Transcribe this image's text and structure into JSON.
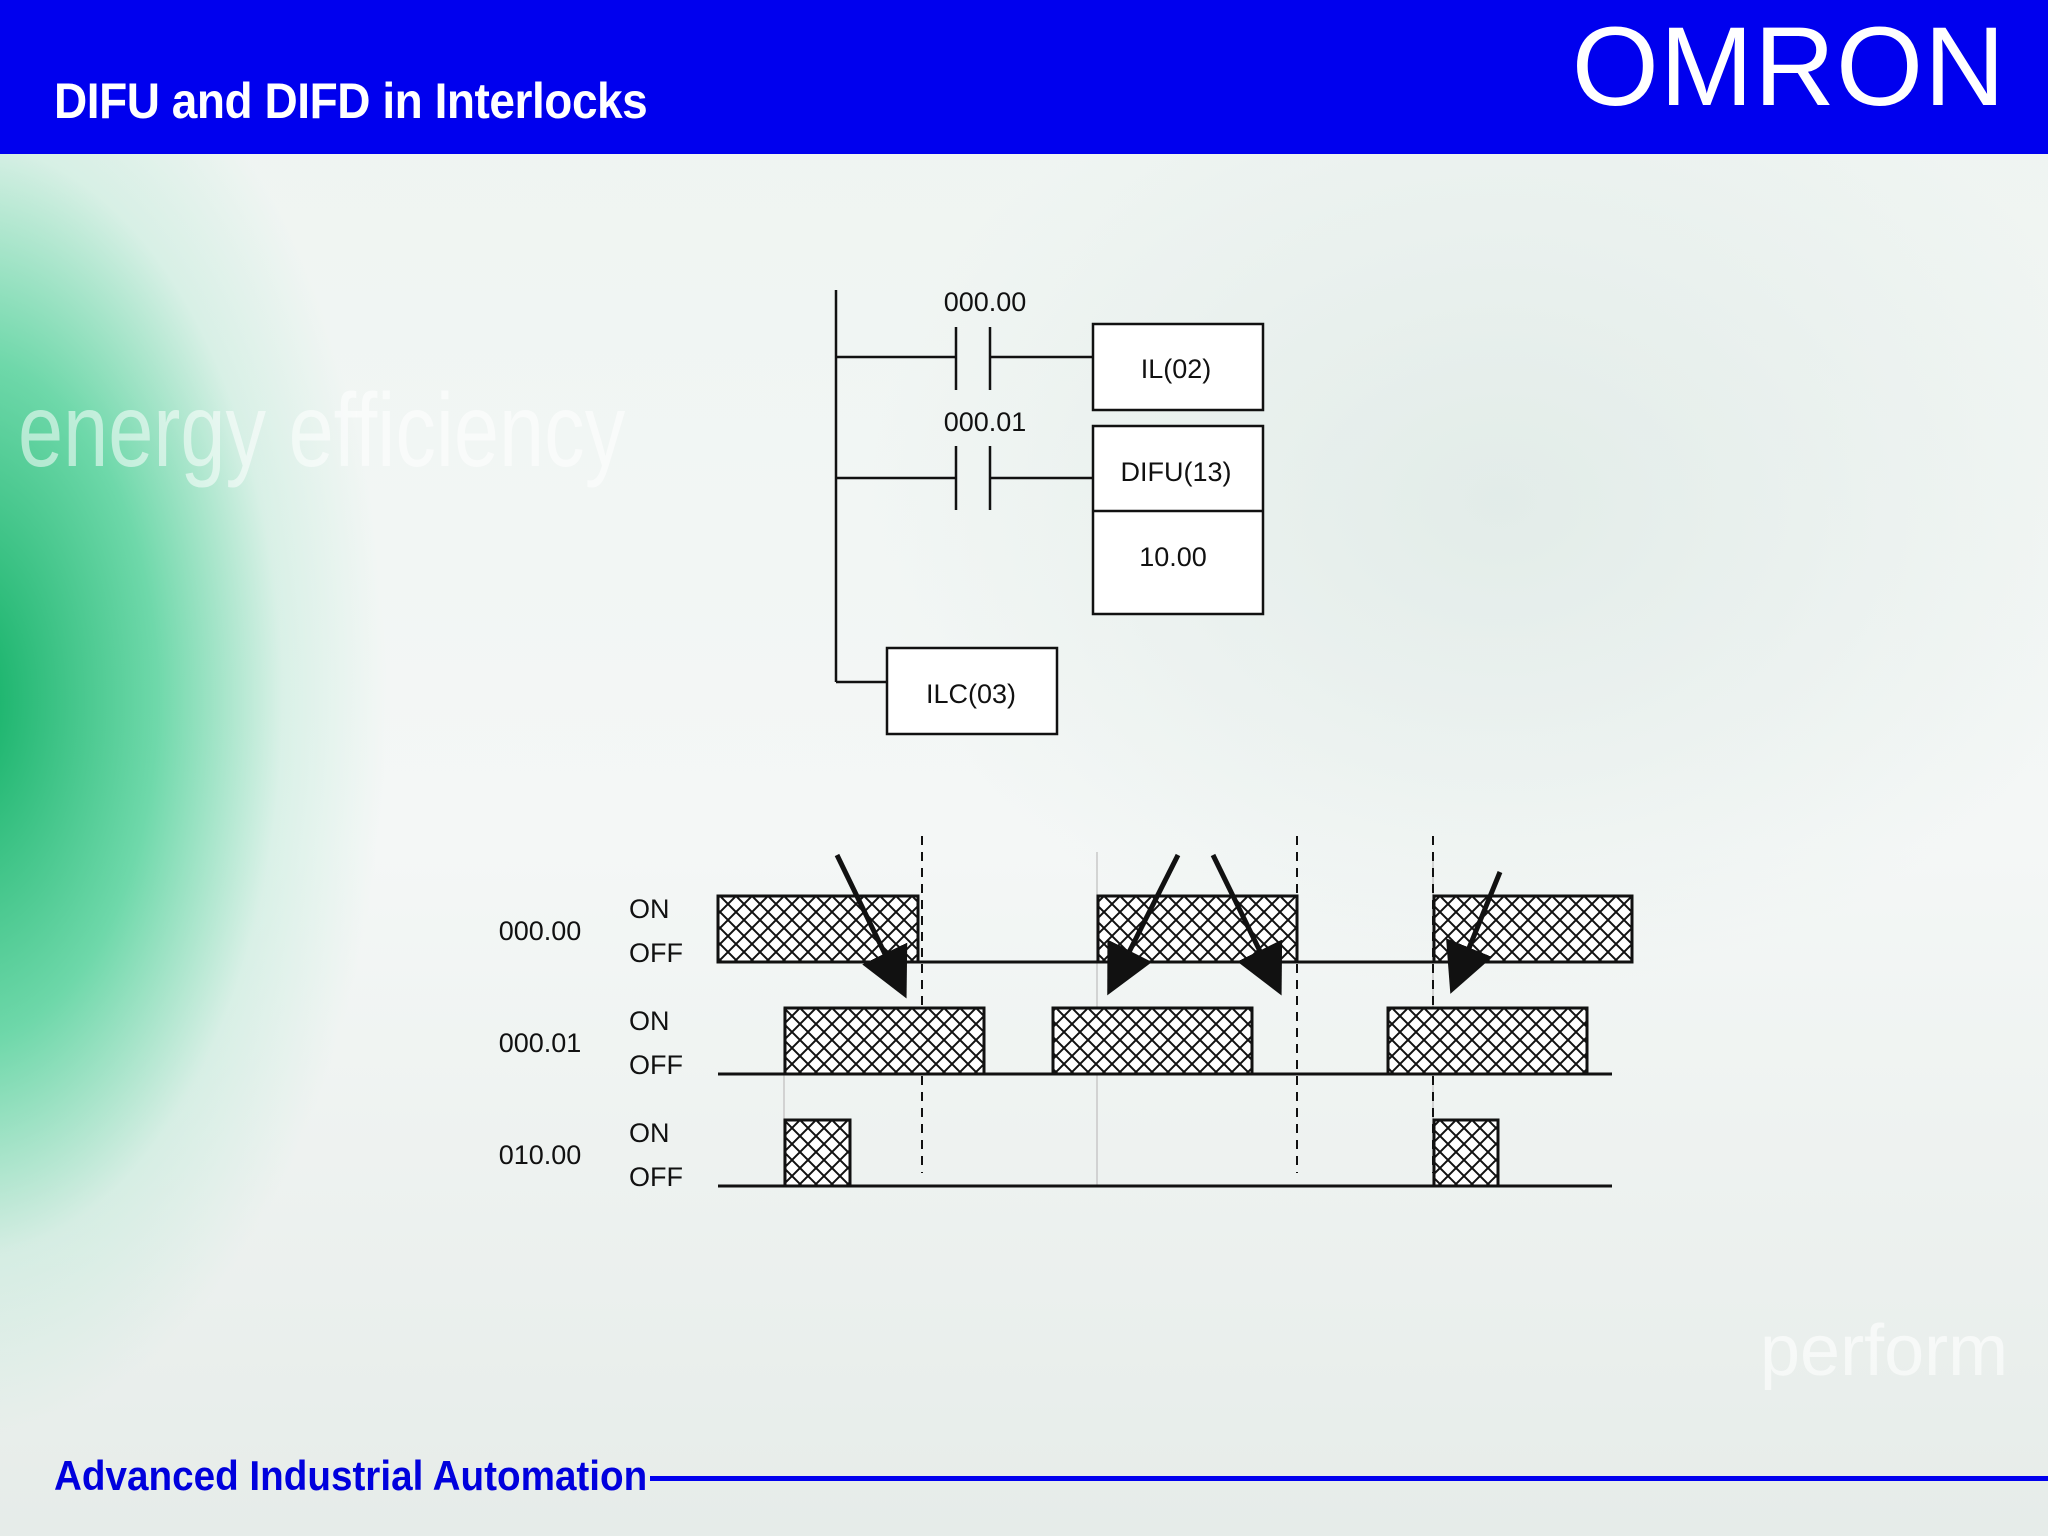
{
  "header": {
    "title": "DIFU and DIFD in Interlocks",
    "brand": "OMRON"
  },
  "background": {
    "watermark_text": "energy efficiency",
    "watermark_text_2": "perform"
  },
  "ladder": {
    "contact_1": "000.00",
    "contact_2": "000.01",
    "il_instruction": "IL(02)",
    "difu_instruction": "DIFU(13)",
    "difu_operand": "10.00",
    "ilc_instruction": "ILC(03)"
  },
  "timing": {
    "signals": [
      {
        "label": "000.00",
        "on_label": "ON",
        "off_label": "OFF"
      },
      {
        "label": "000.01",
        "on_label": "ON",
        "off_label": "OFF"
      },
      {
        "label": "010.00",
        "on_label": "ON",
        "off_label": "OFF"
      }
    ]
  },
  "footer": {
    "text": "Advanced Industrial Automation"
  },
  "colors": {
    "header_blue": "#0000ee",
    "footer_blue": "#0000dd",
    "line": "#111111"
  }
}
